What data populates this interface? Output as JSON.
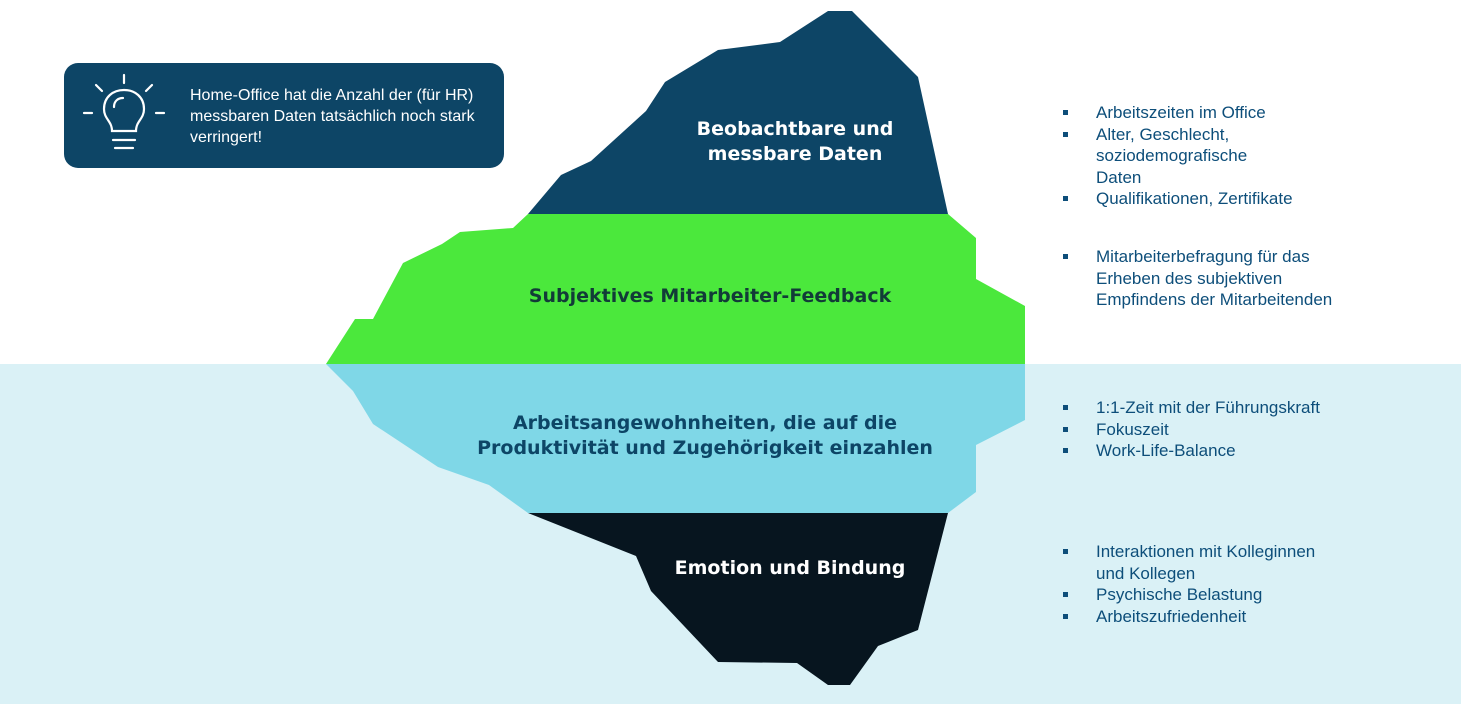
{
  "callout": {
    "icon": "lightbulb-icon",
    "text": "Home-Office hat die Anzahl der (für HR) messbaren Daten tatsächlich noch stark verringert!"
  },
  "layers": [
    {
      "label": "Beobachtbare und messbare Daten",
      "color": "#0d4566",
      "bullets": [
        "Arbeitszeiten im Office",
        "Alter, Geschlecht, soziodemografische Daten",
        "Qualifikationen, Zertifikate"
      ]
    },
    {
      "label": "Subjektives Mitarbeiter-Feedback",
      "color": "#4be83c",
      "bullets": [
        "Mitarbeiterbefragung für das Erheben des subjektiven Empfindens der Mitarbeitenden"
      ]
    },
    {
      "label": "Arbeitsangewohnheiten, die auf die Produktivität und Zugehörigkeit einzahlen",
      "color": "#7fd7e7",
      "bullets": [
        "1:1-Zeit mit der Führungskraft",
        "Fokuszeit",
        "Work-Life-Balance"
      ]
    },
    {
      "label": "Emotion und Bindung",
      "color": "#07151f",
      "bullets": [
        "Interaktionen mit Kolleginnen und Kollegen",
        "Psychische Belastung",
        "Arbeitszufriedenheit"
      ]
    }
  ],
  "colors": {
    "water": "#daf1f6",
    "text_accent": "#0d4e7a"
  }
}
